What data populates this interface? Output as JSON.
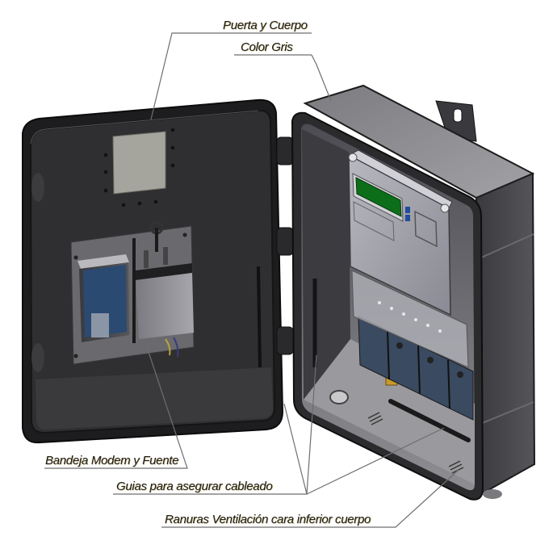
{
  "diagram": {
    "subject": "enclosure",
    "colors": {
      "body_dark": "#2a2a2c",
      "body_mid": "#4a4a4e",
      "body_light": "#8e8e92",
      "door_inner": "#2e2e30",
      "plate": "#8c8c90",
      "display_green": "#0d6e1a",
      "button_blue": "#1f4e9a",
      "psu_blue": "#27466e",
      "brass": "#c79a2a",
      "leader": "#6e6e6e",
      "label_shadow": "#b9a560"
    },
    "callouts": [
      {
        "id": "door-body",
        "text": "Puerta y Cuerpo"
      },
      {
        "id": "color",
        "text": "Color Gris"
      },
      {
        "id": "tray",
        "text": "Bandeja Modem y Fuente"
      },
      {
        "id": "guides",
        "text": "Guias para asegurar cableado"
      },
      {
        "id": "vents",
        "text": "Ranuras Ventilación cara inferior cuerpo"
      }
    ]
  }
}
